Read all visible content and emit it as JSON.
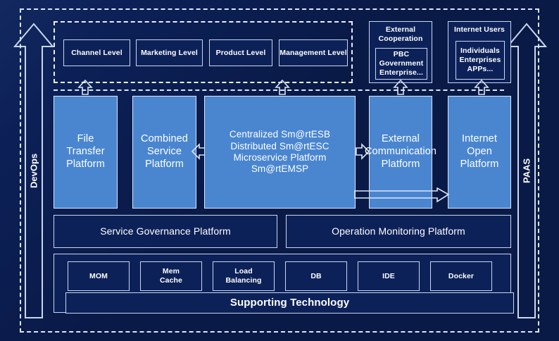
{
  "diagram": {
    "title": "Enterprise Service Platform Architecture",
    "colors": {
      "background": "#0a1a47",
      "navy_box": "#0d2159",
      "blue_box": "#4a86d0",
      "stroke": "#c9d7ee",
      "text": "#ffffff"
    }
  },
  "left_arrow": {
    "label": "DevOps",
    "direction": "up"
  },
  "right_arrow": {
    "label": "PAAS",
    "direction": "up"
  },
  "business_levels": {
    "group_name": "business-levels-group",
    "items": [
      {
        "label": "Channel Level"
      },
      {
        "label": "Marketing Level"
      },
      {
        "label": "Product Level"
      },
      {
        "label": "Management Level"
      }
    ]
  },
  "external_cooperation": {
    "title": "External Cooperation",
    "inner": "PBC Government Enterprise..."
  },
  "internet_users": {
    "title": "Internet Users",
    "inner": "Individuals Enterprises APPs..."
  },
  "platforms": [
    {
      "label": "File Transfer Platform"
    },
    {
      "label": "Combined Service Platform"
    },
    {
      "label": "Centralized Sm@rtESB\nDistributed Sm@rtESC\nMicroservice Platform Sm@rtEMSP"
    },
    {
      "label": "External Communication Platform"
    },
    {
      "label": "Internet Open Platform"
    }
  ],
  "platform_lines": {
    "core_line1": "Centralized Sm@rtESB",
    "core_line2": "Distributed Sm@rtESC",
    "core_line3": "Microservice Platform Sm@rtEMSP",
    "file_line1": "File",
    "file_line2": "Transfer",
    "file_line3": "Platform",
    "combined_line1": "Combined",
    "combined_line2": "Service",
    "combined_line3": "Platform",
    "external_line1": "External",
    "external_line2": "Communication",
    "external_line3": "Platform",
    "internet_line1": "Internet",
    "internet_line2": "Open",
    "internet_line3": "Platform"
  },
  "management_row": [
    {
      "label": "Service Governance Platform"
    },
    {
      "label": "Operation Monitoring Platform"
    }
  ],
  "technology": {
    "items": [
      {
        "label": "MOM"
      },
      {
        "label": "Mem\nCache"
      },
      {
        "label": "Load\nBalancing"
      },
      {
        "label": "DB"
      },
      {
        "label": "IDE"
      },
      {
        "label": "Docker"
      }
    ],
    "item_lines": {
      "mom": "MOM",
      "mem": "Mem",
      "cache": "Cache",
      "load": "Load",
      "balancing": "Balancing",
      "db": "DB",
      "ide": "IDE",
      "docker": "Docker"
    },
    "banner": "Supporting Technology"
  }
}
